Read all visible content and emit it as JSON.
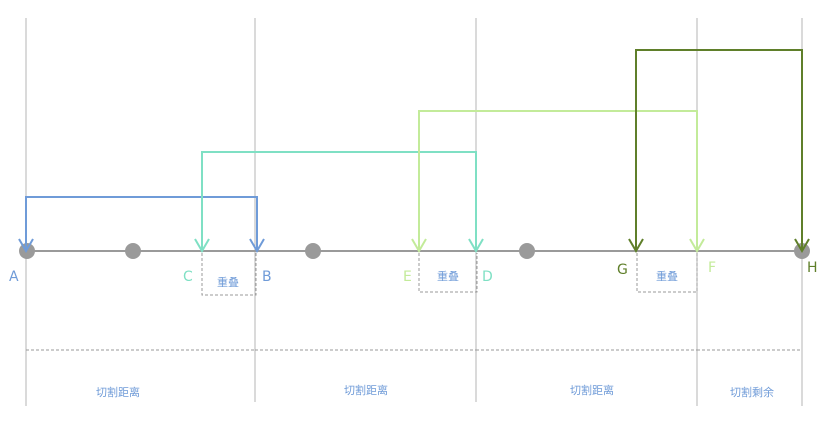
{
  "points": [
    {
      "key": "A",
      "label": "A",
      "color": "#6f9bd8"
    },
    {
      "key": "B",
      "label": "B",
      "color": "#6f9bd8"
    },
    {
      "key": "C",
      "label": "C",
      "color": "#7fe0c4"
    },
    {
      "key": "D",
      "label": "D",
      "color": "#7fe0c4"
    },
    {
      "key": "E",
      "label": "E",
      "color": "#c3eb9a"
    },
    {
      "key": "F",
      "label": "F",
      "color": "#c3eb9a"
    },
    {
      "key": "G",
      "label": "G",
      "color": "#5f7f2a"
    },
    {
      "key": "H",
      "label": "H",
      "color": "#5f7f2a"
    }
  ],
  "overlaps": [
    {
      "label": "重叠"
    },
    {
      "label": "重叠"
    },
    {
      "label": "重叠"
    }
  ],
  "segments": [
    {
      "label": "切割距离"
    },
    {
      "label": "切割距离"
    },
    {
      "label": "切割距离"
    },
    {
      "label": "切割剩余"
    }
  ],
  "colors": {
    "axis": "#9a9a9a",
    "grid": "#b4b4b4",
    "dot": "#9a9a9a",
    "dashed": "#9a9a9a",
    "label": "#6f9bd8",
    "blue": "#6f9bd8",
    "mint": "#7fe0c4",
    "lime": "#c3eb9a",
    "olive": "#5f7f2a"
  }
}
